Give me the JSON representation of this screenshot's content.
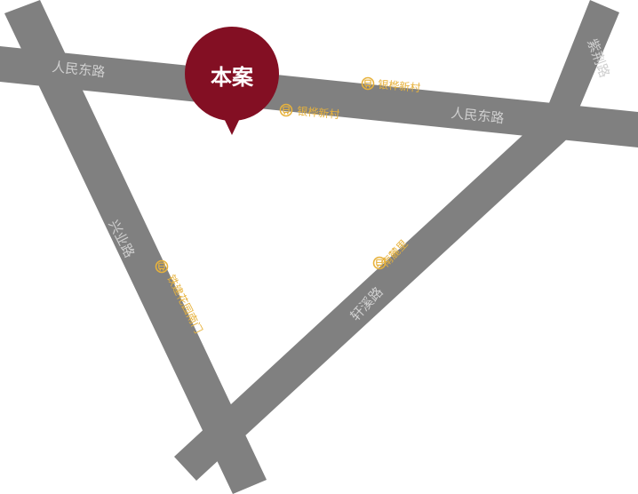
{
  "colors": {
    "road": "#808080",
    "road_label": "#cfcfcf",
    "marker": "#830f23",
    "marker_text": "#ffffff",
    "bus_stop": "#e7b23c",
    "background": "#ffffff"
  },
  "roads": {
    "renmin_east": {
      "label": "人民东路"
    },
    "xingye": {
      "label": "兴业路"
    },
    "zijing": {
      "label": "紫荆路"
    },
    "xuanxiu": {
      "label": "轩溪路"
    }
  },
  "bus_stops": [
    {
      "label": "银桦新村",
      "icon": "bus-stop-icon"
    },
    {
      "label": "银桦新村",
      "icon": "bus-stop-icon"
    },
    {
      "label": "南麓里",
      "icon": "bus-stop-icon"
    },
    {
      "label": "铁建花园南门",
      "icon": "bus-stop-icon"
    }
  ],
  "marker": {
    "label": "本案",
    "icon": "location-pin-icon"
  }
}
